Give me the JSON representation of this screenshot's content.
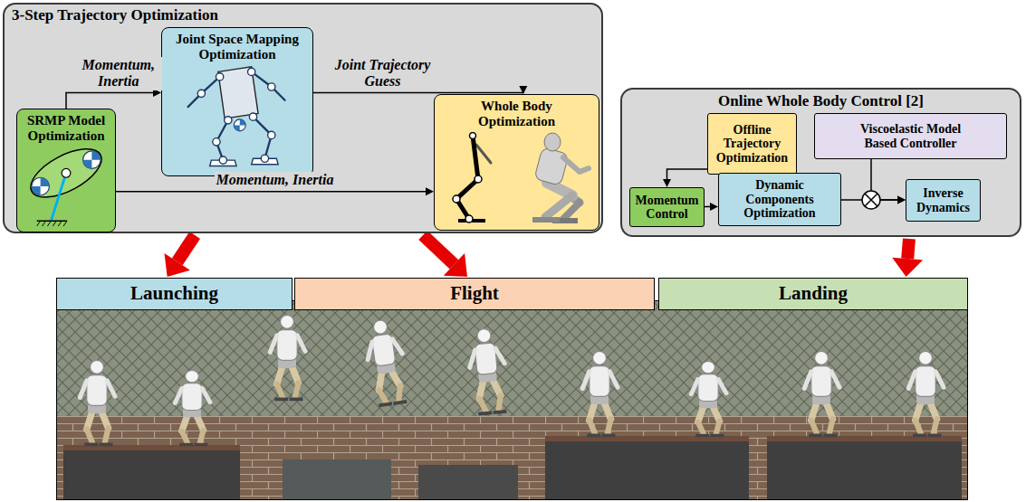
{
  "diagram": {
    "nodes": [
      {
        "text": [
          "3-Step Trajectory Optimization"
        ]
      },
      {
        "text": [
          "SRMP Model Optimization"
        ],
        "in": 0
      },
      {
        "text": [
          "Joint Space Mapping Optimization"
        ],
        "in": 0
      },
      {
        "text": [
          "Whole Body Optimization"
        ],
        "in": 0
      },
      {
        "text": [
          "Online Whole Body Control [2]"
        ]
      },
      {
        "text": [
          "Offline Trajectory Optimization"
        ],
        "in": 4
      },
      {
        "text": [
          "Viscoelastic Model Based Controller"
        ],
        "in": 4
      },
      {
        "text": [
          "Momentum Control"
        ],
        "in": 4
      },
      {
        "text": [
          "Dynamic Components Optimization"
        ],
        "in": 4
      },
      {
        "text": [
          "Inverse Dynamics"
        ],
        "in": 4
      },
      {
        "text": [
          "Launching"
        ]
      },
      {
        "text": [
          "Flight"
        ]
      },
      {
        "text": [
          "Landing"
        ]
      }
    ],
    "edges": [
      {
        "from": 1,
        "to": 2,
        "label": "Momentum, Inertia",
        "arrow": "to"
      },
      {
        "from": 2,
        "to": 3,
        "label": "Joint Trajectory Guess",
        "arrow": "to"
      },
      {
        "from": 1,
        "to": 3,
        "label": "Momentum, Inertia",
        "arrow": "to"
      },
      {
        "from": 5,
        "to": 7,
        "arrow": "to"
      },
      {
        "from": 7,
        "to": 8,
        "arrow": "to"
      },
      {
        "from": 8,
        "to": 9,
        "arrow": "to"
      },
      {
        "from": 6,
        "to": 9,
        "arrow": "to"
      },
      {
        "from": 0,
        "to": 10,
        "arrow": "to"
      },
      {
        "from": 0,
        "to": 11,
        "arrow": "to"
      },
      {
        "from": 4,
        "to": 12,
        "arrow": "to"
      }
    ]
  }
}
